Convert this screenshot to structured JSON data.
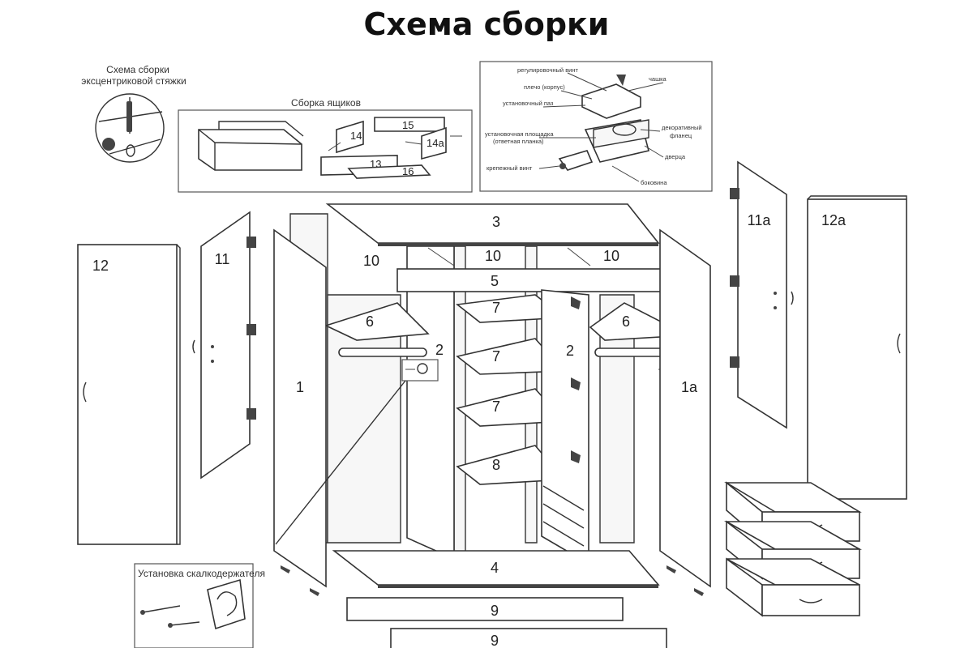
{
  "title": "Схема сборки",
  "insets": {
    "eccentric": {
      "line1": "Схема сборки",
      "line2": "эксцентриковой стяжки"
    },
    "drawers": {
      "caption": "Сборка ящиков",
      "labels": [
        "14",
        "15",
        "14а",
        "13",
        "16"
      ]
    },
    "hinge": {
      "labels": [
        "регулировочный винт",
        "плечо (корпус)",
        "установочный паз",
        "установочная площадка",
        "(ответная планка)",
        "крепежный винт",
        "чашка",
        "декоративный",
        "фланец",
        "дверца",
        "боковина"
      ]
    },
    "shelf_holder": {
      "caption": "Установка скалкодержателя"
    }
  },
  "parts": {
    "p1": "1",
    "p1a": "1а",
    "p2_left": "2",
    "p2_mid": "2",
    "p3": "3",
    "p4": "4",
    "p5": "5",
    "p6_left": "6",
    "p6_right": "6",
    "p7_a": "7",
    "p7_b": "7",
    "p7_c": "7",
    "p8": "8",
    "p9_a": "9",
    "p9_b": "9",
    "p10_a": "10",
    "p10_b": "10",
    "p10_c": "10",
    "p11": "11",
    "p11a": "11а",
    "p12": "12",
    "p12a": "12а"
  }
}
